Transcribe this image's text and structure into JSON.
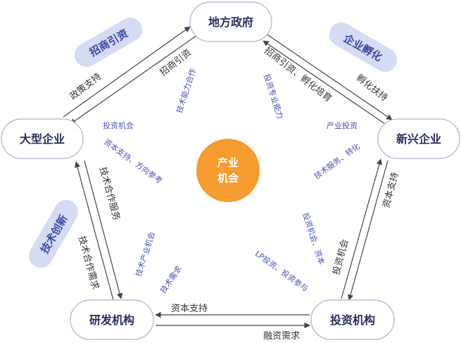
{
  "center": {
    "line1": "产业",
    "line2": "机会",
    "color": "#f59b2f"
  },
  "nodes": {
    "gov": "地方政府",
    "big": "大型企业",
    "new": "新兴企业",
    "rnd": "研发机构",
    "inv": "投资机构"
  },
  "categories": {
    "attract": "招商引资",
    "incubate": "企业孵化",
    "tech": "技术创新"
  },
  "edge_labels": {
    "big_to_gov": "政策支持",
    "gov_to_big": "招商引资",
    "gov_to_new": "招商引资、孵化培育",
    "new_to_gov": "孵化扶持",
    "big_to_rnd": "技术合作服务",
    "rnd_to_big": "技术合作需求",
    "inv_to_new": "投资机会",
    "new_to_inv": "资本支持",
    "inv_to_rnd": "资本支持",
    "rnd_to_inv": "融资需求"
  },
  "inner_labels": {
    "tech_cap_coop": "技术能力合作",
    "invest_pro": "投资专业能力",
    "invest_opp": "投资机会",
    "capital_dir": "资本支持、方向参考",
    "industry_invest": "产业投资",
    "tech_service": "技术服务、转化",
    "tech_industry": "技术产业机会",
    "tech_demand": "技术需求",
    "invest_capital": "投资机会、资本",
    "lp_invest": "LP投资、投资参与"
  },
  "colors": {
    "node_border": "#b9bfd8",
    "node_text": "#2b2f5a",
    "pill_bg": "#d5dbf3",
    "pill_text": "#3d4aa6",
    "inner_text": "#4b55a8",
    "edge_text": "#333333",
    "line": "#444444"
  }
}
